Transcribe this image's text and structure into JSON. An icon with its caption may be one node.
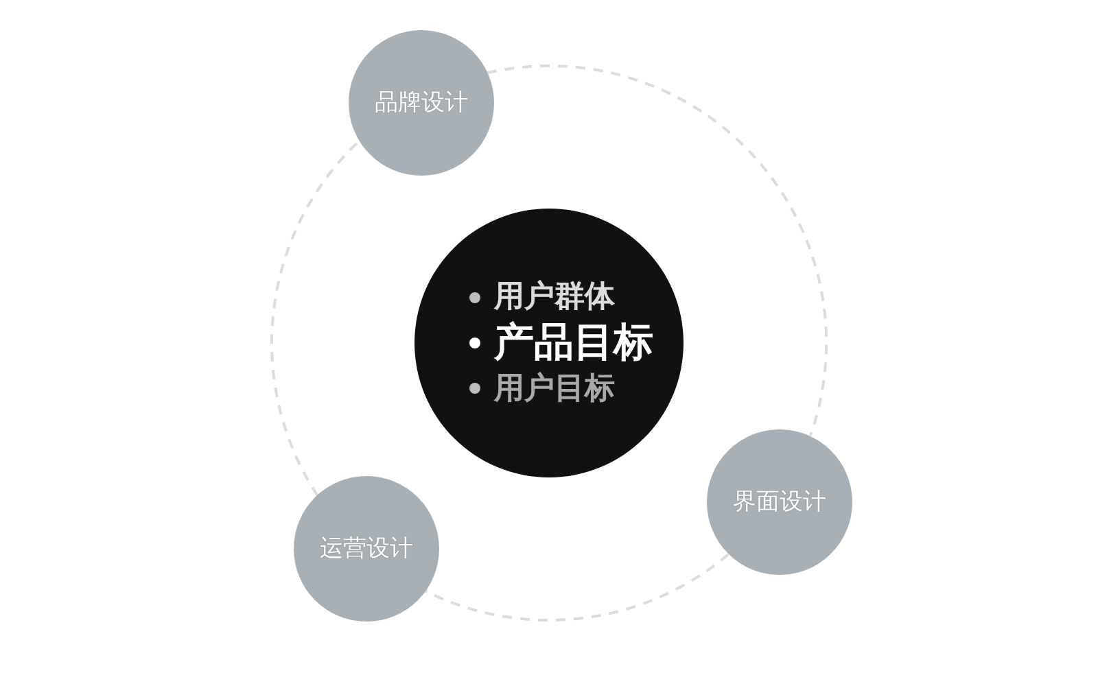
{
  "diagram": {
    "nodes": [
      {
        "text": [
          "用户群体",
          "产品目标",
          "用户目标"
        ]
      },
      {
        "text": [
          "品牌设计"
        ]
      },
      {
        "text": [
          "界面设计"
        ]
      },
      {
        "text": [
          "运营设计"
        ]
      }
    ],
    "edges": [
      {
        "from": 1,
        "to": 2,
        "arrow": "none",
        "style": "dashed"
      },
      {
        "from": 2,
        "to": 3,
        "arrow": "none",
        "style": "dashed"
      },
      {
        "from": 3,
        "to": 1,
        "arrow": "none",
        "style": "dashed"
      }
    ]
  }
}
